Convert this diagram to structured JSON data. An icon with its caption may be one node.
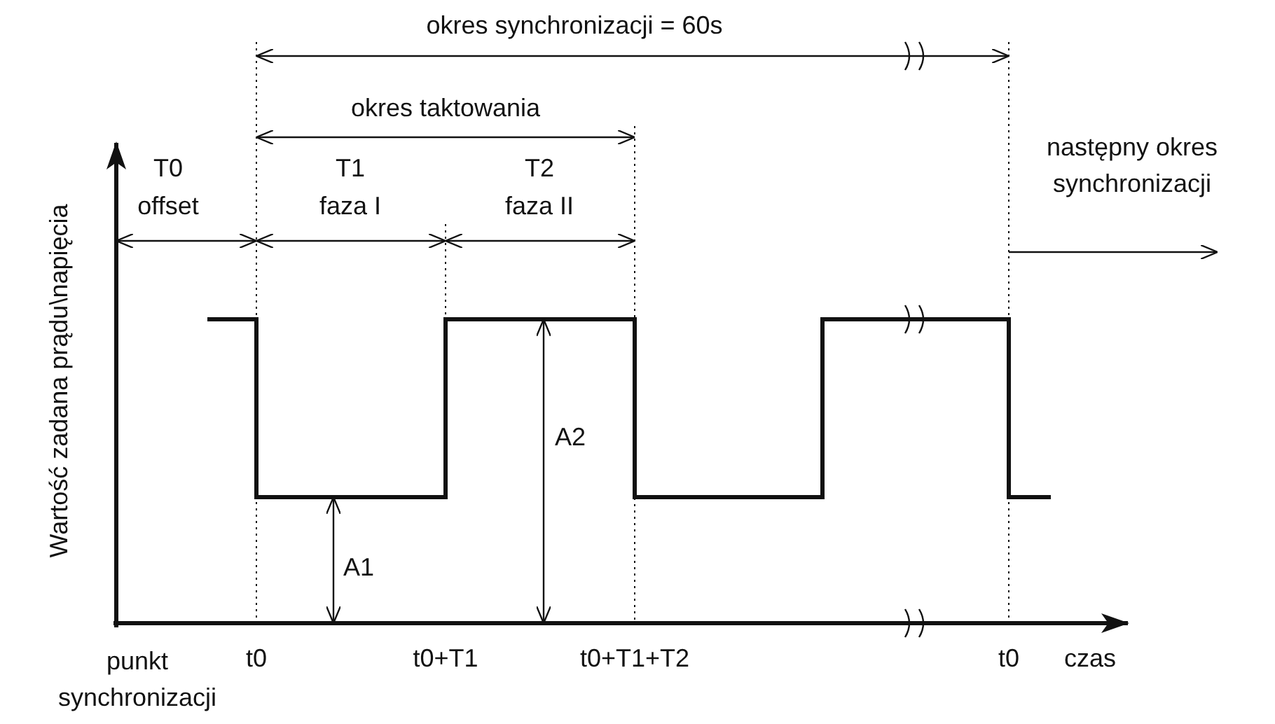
{
  "diagram": {
    "labels": [
      "okres synchronizacji = 60s",
      "okres taktowania",
      "T0",
      "T1",
      "T2",
      "offset",
      "faza I",
      "faza II",
      "następny okres synchronizacji",
      "Wartość zadana prądu\\napięcia",
      "A2",
      "A1",
      "punkt synchronizacji",
      "t0",
      "t0+T1",
      "t0+T1+T2",
      "t0",
      "czas"
    ]
  }
}
